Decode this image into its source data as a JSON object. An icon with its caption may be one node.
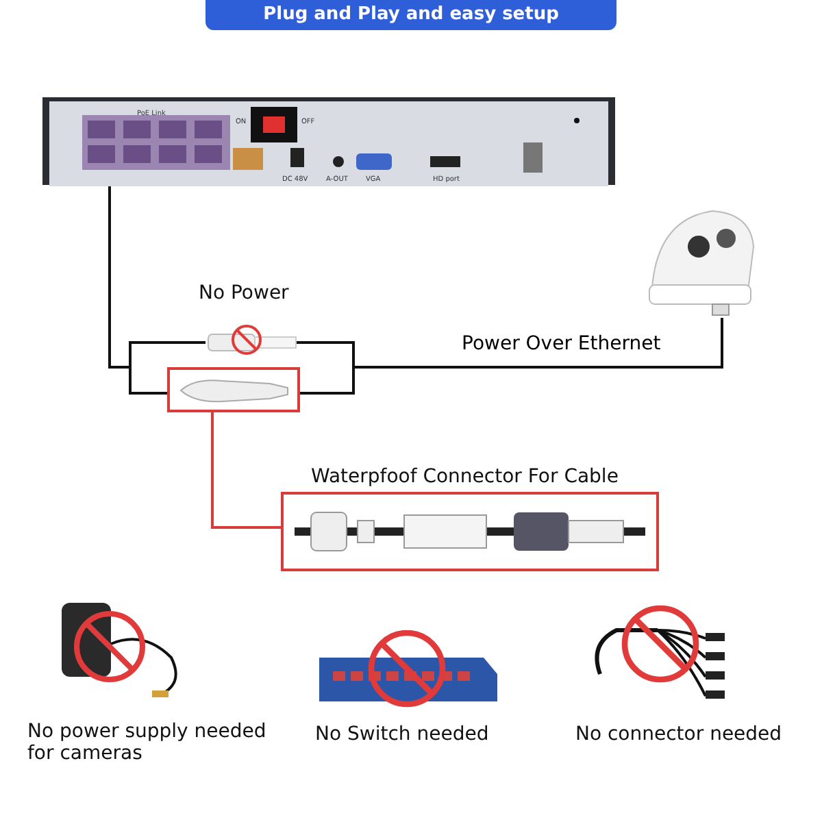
{
  "diagram": {
    "title": "Plug and Play and easy setup",
    "nodes": [
      {
        "text": [],
        "shape": "picture"
      },
      {
        "text": [],
        "shape": "picture"
      },
      {
        "text": [
          "No Power"
        ]
      },
      {
        "text": [],
        "shape": "picture"
      },
      {
        "text": [
          "Waterpfoof Connector For Cable"
        ]
      },
      {
        "text": [
          "No power supply needed for cameras"
        ]
      },
      {
        "text": [
          "No Switch needed"
        ]
      },
      {
        "text": [
          "No connector needed"
        ]
      }
    ],
    "edges": [
      {
        "from": 0,
        "to": 2,
        "arrow": "none"
      },
      {
        "from": 0,
        "to": 3,
        "arrow": "none"
      },
      {
        "from": 2,
        "to": 1,
        "arrow": "none",
        "label": "Power Over Ethernet"
      },
      {
        "from": 3,
        "to": 1,
        "arrow": "none"
      },
      {
        "from": 3,
        "to": 4,
        "arrow": "none",
        "color": "#d93a3a"
      }
    ],
    "labels": [
      "PoE Link",
      "ON",
      "OFF",
      "DC 48V",
      "A-OUT",
      "VGA",
      "HD port"
    ]
  }
}
